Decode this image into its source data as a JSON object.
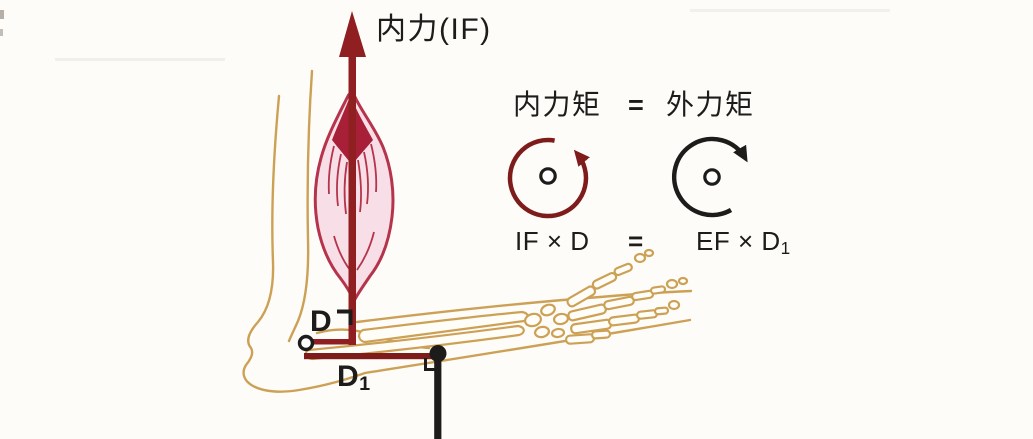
{
  "figure": {
    "force_label": "内力(IF)",
    "labels": {
      "d": "D",
      "d1_base": "D",
      "d1_sub": "1"
    },
    "equations": {
      "torque": {
        "lhs": "内力矩",
        "equals": "=",
        "rhs": "外力矩"
      },
      "formula": {
        "lhs": "IF × D",
        "equals": "=",
        "rhs_base": "EF × D",
        "rhs_sub": "1"
      }
    },
    "icons": [
      "up-arrow-icon (internal muscle force IF)",
      "ccw-rotation-arrow-icon (internal torque)",
      "cw-rotation-arrow-icon (external torque)",
      "rotation-axis-icon (circle with center dot)",
      "joint-axis-icon (open circle at elbow)",
      "right-angle-mark-icon"
    ],
    "colors": {
      "background": "#fdfcf9",
      "ink": "#1d1c1a",
      "internal_force_red": "#8f1f21",
      "moment_maroon": "#7e1c1c",
      "muscle_outline": "#b5344b",
      "muscle_fill": "#f8dfe7",
      "muscle_dark_patch": "#a82038",
      "bone_tan": "#cda155",
      "bone_fill": "#fffdf7"
    }
  }
}
